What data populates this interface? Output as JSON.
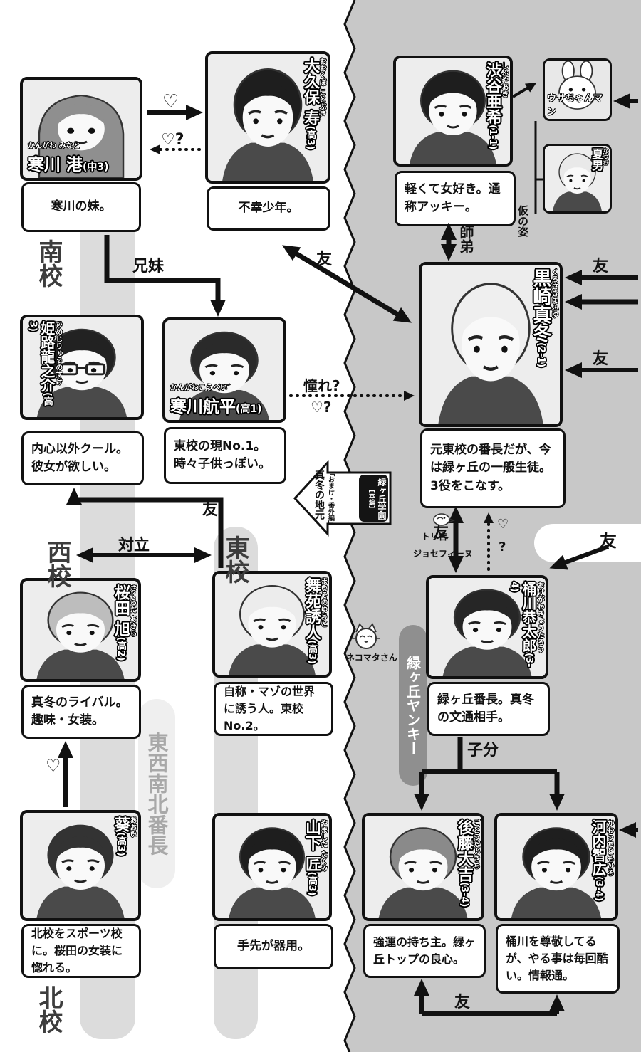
{
  "characters": [
    {
      "id": "kangawa-minato",
      "furigana": "かんがわ みなと",
      "name": "寒川 港",
      "grade": "(中3)",
      "description": "寒川の妹。"
    },
    {
      "id": "okubo-kotobuki",
      "furigana": "おおくぼ ことぶき",
      "name": "大久保 寿",
      "grade": "(高3)",
      "description": "不幸少年。"
    },
    {
      "id": "shibuya-aki",
      "furigana": "しぶやあき",
      "name": "渋谷亜希",
      "grade": "(1-1)",
      "description": "軽くて女好き。通称アッキー。"
    },
    {
      "id": "usa-chan-man",
      "name": "ウサちゃんマン"
    },
    {
      "id": "natsuo",
      "furigana": "なつお",
      "name": "夏男"
    },
    {
      "id": "kurosaki-mafuyu",
      "furigana": "くろさきまふゆ",
      "name": "黒崎真冬",
      "grade": "(2-1)",
      "description": "元東校の番長だが、今は緑ヶ丘の一般生徒。3役をこなす。"
    },
    {
      "id": "himeji-ryunosuke",
      "furigana": "ひめじりゅうのすけ",
      "name": "姫路龍之介",
      "grade": "(高3)",
      "description": "内心以外クール。彼女が欲しい。"
    },
    {
      "id": "kangawa-kohei",
      "furigana": "かんがわこうへい",
      "name": "寒川航平",
      "grade": "(高1)",
      "description": "東校の現No.1。時々子供っぽい。"
    },
    {
      "id": "sakurada-akira",
      "furigana": "さくらだ あきら",
      "name": "桜田 旭",
      "grade": "(高2)",
      "description": "真冬のライバル。趣味・女装。"
    },
    {
      "id": "maisono-yuto",
      "furigana": "まいそのゆうと",
      "name": "舞苑誘人",
      "grade": "(高3)",
      "description": "自称・マゾの世界に誘う人。東校No.2。"
    },
    {
      "id": "okegawa-kyotaro",
      "furigana": "おけがわきょうたろう",
      "name": "桶川恭太郎",
      "grade": "(3-4)",
      "description": "緑ヶ丘番長。真冬の文通相手。"
    },
    {
      "id": "aoi",
      "furigana": "あおい",
      "name": "葵",
      "grade": "(高3)",
      "description": "北校をスポーツ校に。桜田の女装に惚れる。"
    },
    {
      "id": "yamashita-takumi",
      "furigana": "やました たくみ",
      "name": "山下 匠",
      "grade": "(高3)",
      "description": "手先が器用。"
    },
    {
      "id": "goto-daikichi",
      "furigana": "ごとうだいきち",
      "name": "後藤大吉",
      "grade": "(3-4)",
      "description": "強運の持ち主。緑ヶ丘トップの良心。"
    },
    {
      "id": "kawauchi-tomohiro",
      "furigana": "かわうちともひろ",
      "name": "河内智広",
      "grade": "(3-4)",
      "description": "桶川を尊敬してるが、やる事は毎回酷い。情報通。"
    }
  ],
  "schools": {
    "south": "南校",
    "west": "西校",
    "east": "東校",
    "north": "北校",
    "compass_banchou": "東西南北番長",
    "midorigaoka_yankee": "緑ヶ丘ヤンキー"
  },
  "center_arrow": {
    "dark_main": "緑ヶ丘学園",
    "dark_sub": "[本編]",
    "light_main": "真冬の地元",
    "light_sub": "「おまけ・番外編」"
  },
  "relations": [
    "♡",
    "♡?",
    "兄妹",
    "友",
    "憧れ?",
    "♡?",
    "師弟",
    "仮の姿",
    "友",
    "友",
    "対立",
    "友",
    "友",
    "♡",
    "?",
    "友",
    "子分",
    "友",
    "♡"
  ],
  "mascots": {
    "bird_line1": "トリ吉",
    "bird_line2": "ジョセフィーヌ",
    "cat": "ネコマタさん"
  }
}
